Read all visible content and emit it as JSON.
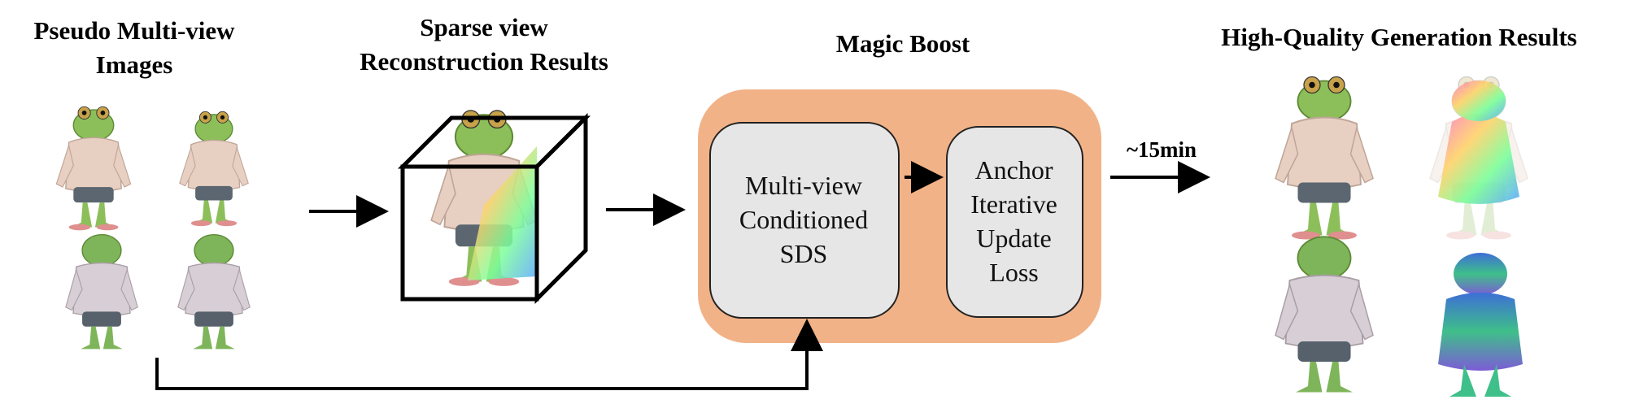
{
  "titles": {
    "pseudo_line1": "Pseudo Multi-view",
    "pseudo_line2": "Images",
    "sparse_line1": "Sparse view",
    "sparse_line2": "Reconstruction Results",
    "magic": "Magic Boost",
    "hq": "High-Quality Generation Results"
  },
  "boxes": {
    "mvc": [
      "Multi-view",
      "Conditioned",
      "SDS"
    ],
    "anchor": [
      "Anchor",
      "Iterative",
      "Update",
      "Loss"
    ]
  },
  "time_label": "~15min",
  "colors": {
    "panel": "#f2b287",
    "box": "#e6e6e6",
    "frog_skin": "#8cbf5a",
    "sweater": "#e7cfc2",
    "shorts": "#5b6670"
  }
}
